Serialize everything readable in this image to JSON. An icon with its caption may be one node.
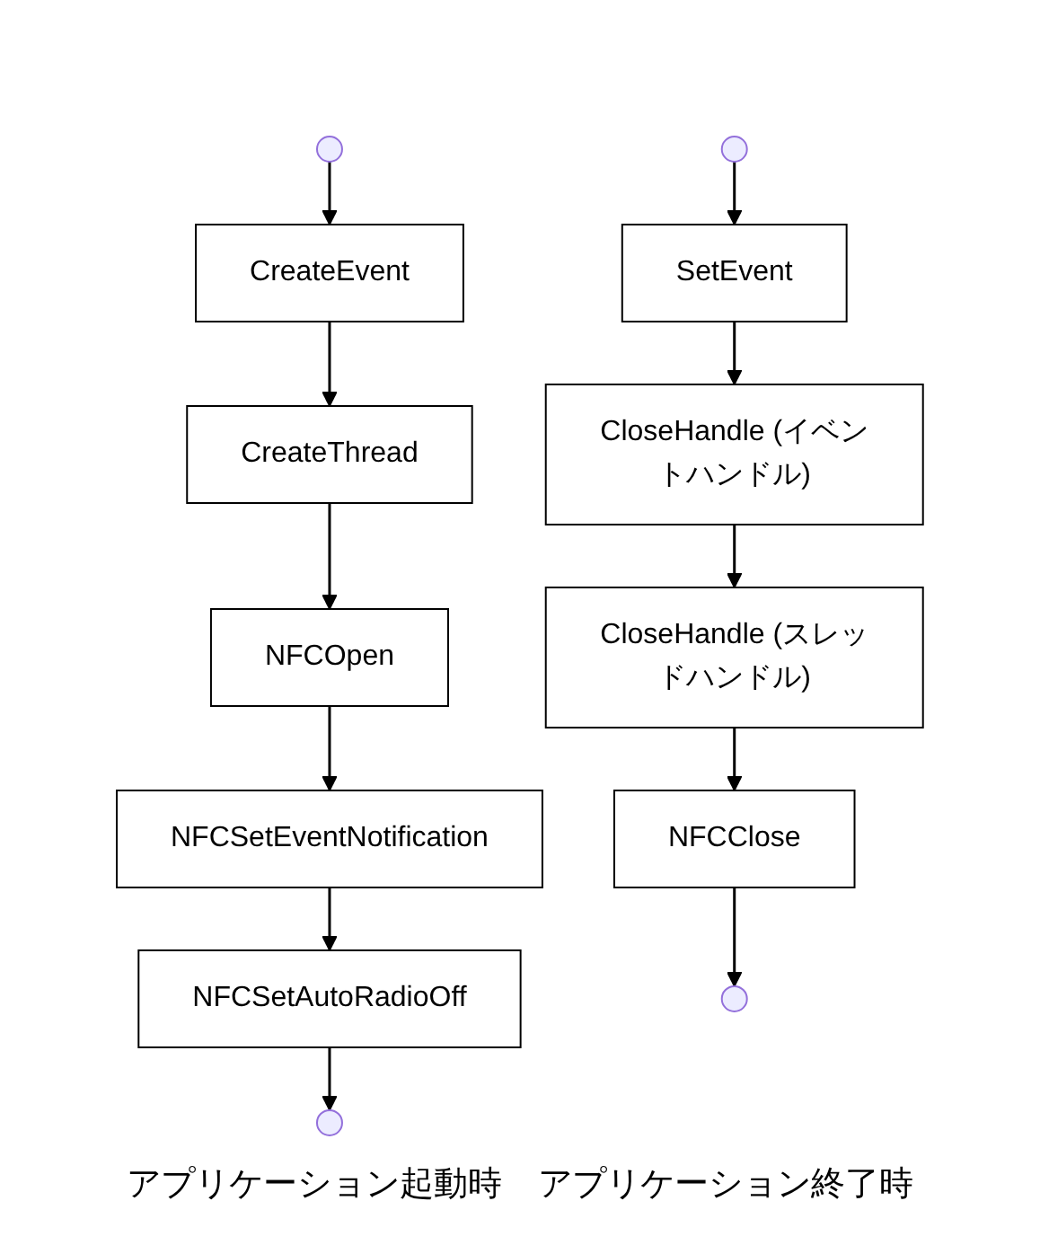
{
  "diagram": {
    "nodes": [
      {
        "text": [],
        "shape": "circle"
      },
      {
        "text": [
          "CreateEvent"
        ]
      },
      {
        "text": [
          "CreateThread"
        ]
      },
      {
        "text": [
          "NFCOpen"
        ]
      },
      {
        "text": [
          "NFCSetEventNotification"
        ]
      },
      {
        "text": [
          "NFCSetAutoRadioOff"
        ]
      },
      {
        "text": [],
        "shape": "circle"
      },
      {
        "text": [],
        "shape": "circle"
      },
      {
        "text": [
          "SetEvent"
        ]
      },
      {
        "text": [
          "CloseHandle (イベントハンドル)"
        ]
      },
      {
        "text": [
          "CloseHandle (スレッドハンドル)"
        ]
      },
      {
        "text": [
          "NFCClose"
        ]
      },
      {
        "text": [],
        "shape": "circle"
      }
    ],
    "labels": [
      "アプリケーション起動時",
      "アプリケーション終了時"
    ],
    "edges": [
      {
        "from": 0,
        "to": 1,
        "arrow": "to"
      },
      {
        "from": 1,
        "to": 2,
        "arrow": "to"
      },
      {
        "from": 2,
        "to": 3,
        "arrow": "to"
      },
      {
        "from": 3,
        "to": 4,
        "arrow": "to"
      },
      {
        "from": 4,
        "to": 5,
        "arrow": "to"
      },
      {
        "from": 5,
        "to": 6,
        "arrow": "to"
      },
      {
        "from": 7,
        "to": 8,
        "arrow": "to"
      },
      {
        "from": 8,
        "to": 9,
        "arrow": "to"
      },
      {
        "from": 9,
        "to": 10,
        "arrow": "to"
      },
      {
        "from": 10,
        "to": 11,
        "arrow": "to"
      },
      {
        "from": 11,
        "to": 12,
        "arrow": "to"
      }
    ]
  }
}
